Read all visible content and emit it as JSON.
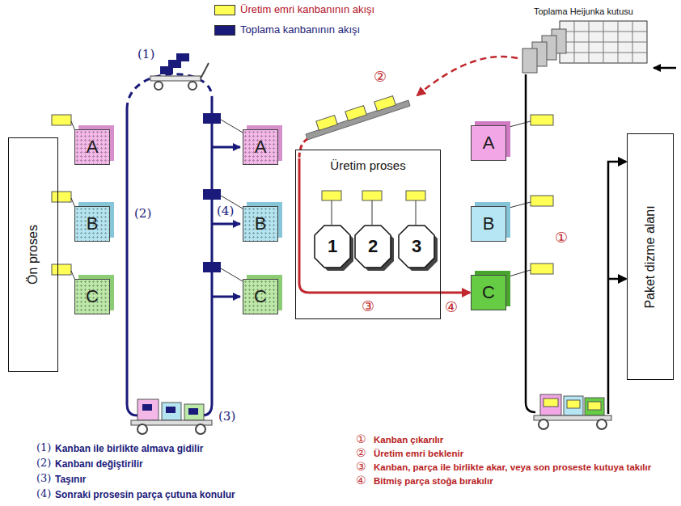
{
  "diagram": {
    "nodes": [
      {
        "text": [
          "Ön proses"
        ]
      },
      {
        "text": [
          "A"
        ]
      },
      {
        "text": [
          "B"
        ]
      },
      {
        "text": [
          "C"
        ]
      },
      {
        "text": [
          "A"
        ]
      },
      {
        "text": [
          "B"
        ]
      },
      {
        "text": [
          "C"
        ]
      },
      {
        "text": [
          "Üretim proses"
        ]
      },
      {
        "text": [
          "1"
        ],
        "in": 7
      },
      {
        "text": [
          "2"
        ],
        "in": 7
      },
      {
        "text": [
          "3"
        ],
        "in": 7
      },
      {
        "text": [
          "A"
        ]
      },
      {
        "text": [
          "B"
        ]
      },
      {
        "text": [
          "C"
        ]
      },
      {
        "text": [
          "Toplama Heijunka kutusu"
        ]
      },
      {
        "text": [
          "Paket dizme alanı"
        ]
      }
    ],
    "edges": [
      {
        "from": 7,
        "to": 13,
        "arrow": "to"
      },
      {
        "from": 14,
        "to": 15,
        "arrow": "to"
      }
    ],
    "labels": [
      "(1)",
      "(2)",
      "(4)",
      "(3)",
      "②",
      "③",
      "④",
      "①",
      "(1)",
      "Kanban ile birlikte almava gidilir",
      "(2)",
      "Kanbanı değiştirilir",
      "(3)",
      "Taşınır",
      "(4)",
      "Sonraki prosesin parça çutuna konulur",
      "①",
      "Kanban çıkarılır",
      "②",
      "Üretim emri beklenir",
      "③",
      "Kanban, parça ile birlikte akar, veya son proseste kutuya takılır",
      "④",
      "Bitmiş parça stoğa bırakılır"
    ],
    "legend": [
      {
        "text": "Üretim emri kanbanının akışı",
        "color": "#ffff55"
      },
      {
        "text": "Toplama kanbanının akışı",
        "color": "#1a1a7a"
      }
    ]
  }
}
